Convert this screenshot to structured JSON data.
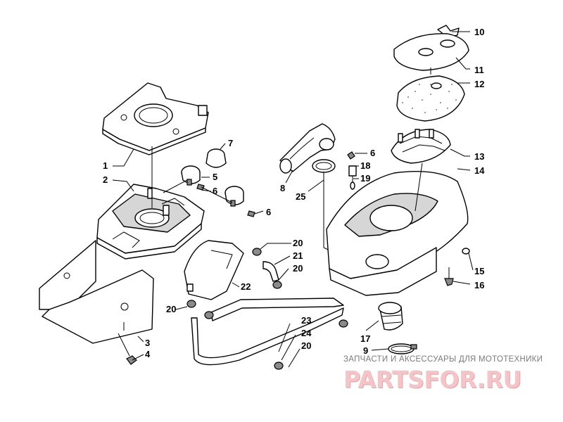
{
  "diagram": {
    "callouts": [
      {
        "id": "c10",
        "label": "10"
      },
      {
        "id": "c11",
        "label": "11"
      },
      {
        "id": "c12",
        "label": "12"
      },
      {
        "id": "c13",
        "label": "13"
      },
      {
        "id": "c14",
        "label": "14"
      },
      {
        "id": "c7",
        "label": "7"
      },
      {
        "id": "c1",
        "label": "1"
      },
      {
        "id": "c2",
        "label": "2"
      },
      {
        "id": "c5",
        "label": "5"
      },
      {
        "id": "c6a",
        "label": "6"
      },
      {
        "id": "c6b",
        "label": "6"
      },
      {
        "id": "c6c",
        "label": "6"
      },
      {
        "id": "c8",
        "label": "8"
      },
      {
        "id": "c25",
        "label": "25"
      },
      {
        "id": "c18",
        "label": "18"
      },
      {
        "id": "c19",
        "label": "19"
      },
      {
        "id": "c20a",
        "label": "20"
      },
      {
        "id": "c21",
        "label": "21"
      },
      {
        "id": "c20b",
        "label": "20"
      },
      {
        "id": "c22",
        "label": "22"
      },
      {
        "id": "c15",
        "label": "15"
      },
      {
        "id": "c16",
        "label": "16"
      },
      {
        "id": "c20c",
        "label": "20"
      },
      {
        "id": "c3",
        "label": "3"
      },
      {
        "id": "c4",
        "label": "4"
      },
      {
        "id": "c23",
        "label": "23"
      },
      {
        "id": "c24",
        "label": "24"
      },
      {
        "id": "c20d",
        "label": "20"
      },
      {
        "id": "c17",
        "label": "17"
      },
      {
        "id": "c9",
        "label": "9"
      }
    ]
  },
  "watermark": {
    "subtitle": "ЗАПЧАСТИ И АКСЕССУАРЫ ДЛЯ МОТОТЕХНИКИ",
    "brand": "PARTSFOR.RU"
  }
}
